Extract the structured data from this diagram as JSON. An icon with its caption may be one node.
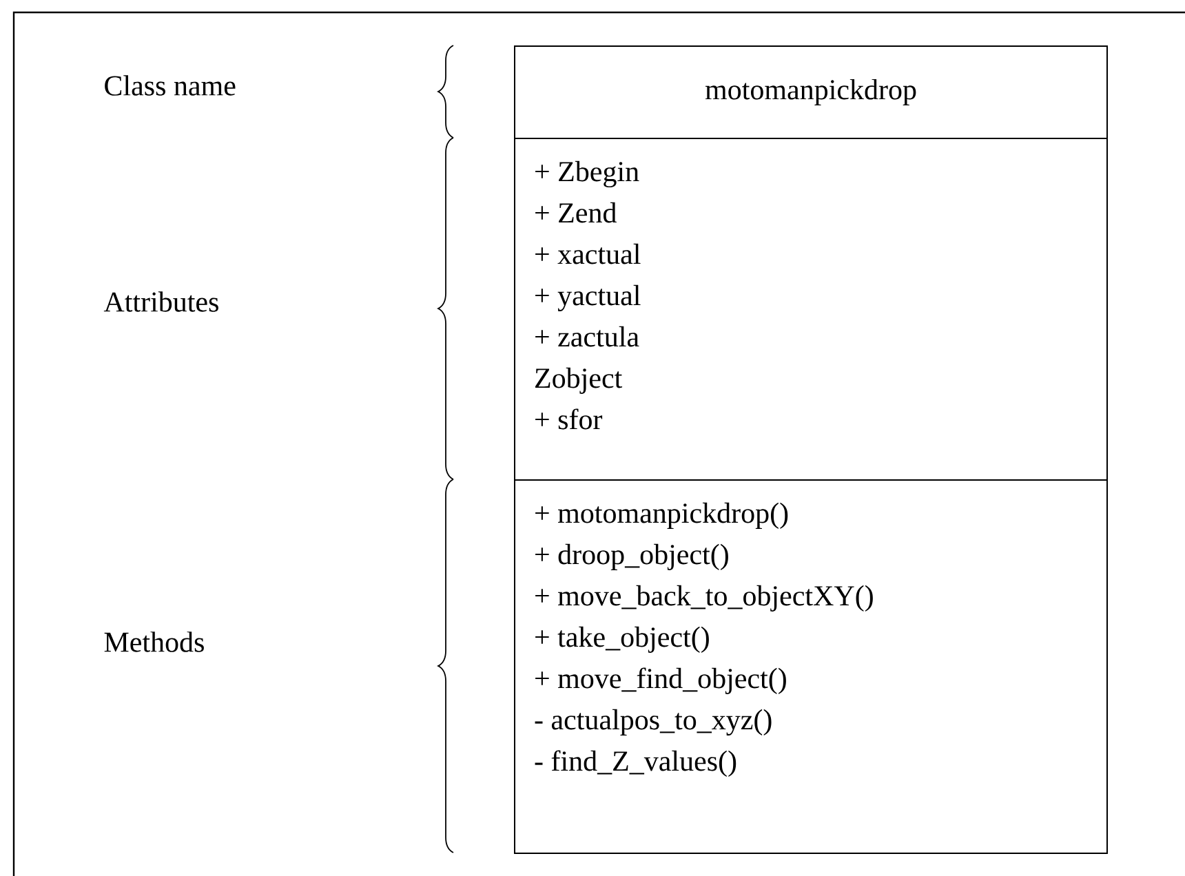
{
  "diagram": {
    "nodes": [
      {
        "text": [
          "motomanpickdrop"
        ]
      },
      {
        "text": [
          "+ Zbegin",
          "+ Zend",
          "+ xactual",
          "+ yactual",
          "+ zactula",
          "Zobject",
          "+ sfor"
        ]
      },
      {
        "text": [
          "+ motomanpickdrop()",
          "+ droop_object()",
          "+ move_back_to_objectXY()",
          "+ take_object()",
          "+ move_find_object()",
          "- actualpos_to_xyz()",
          "- find_Z_values()"
        ]
      }
    ],
    "labels": [
      "Class name",
      "Attributes",
      "Methods"
    ]
  }
}
